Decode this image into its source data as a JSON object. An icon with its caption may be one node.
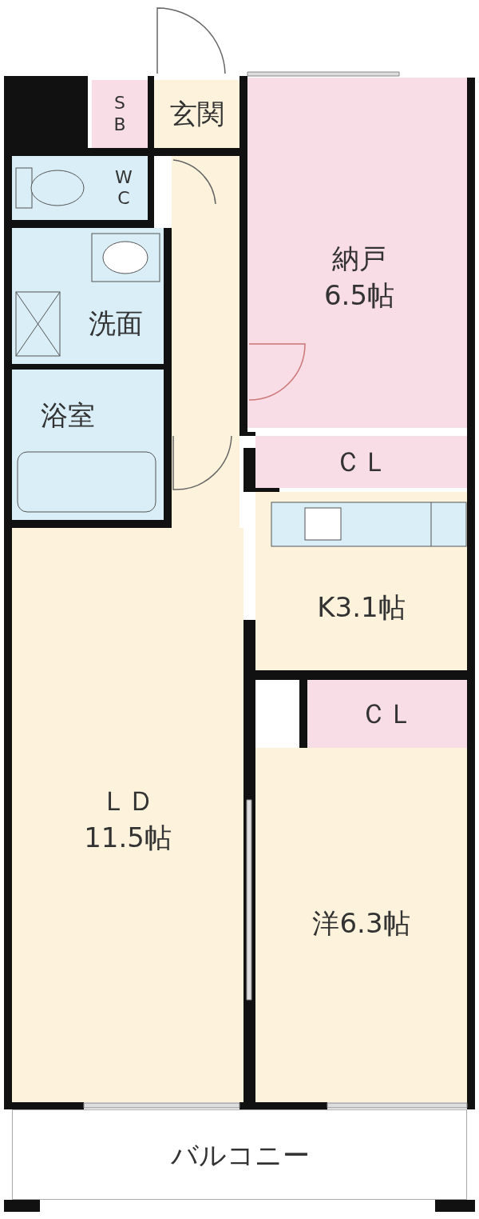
{
  "diagram": {
    "nodes": [
      {
        "text": [
          "S B"
        ]
      },
      {
        "text": [
          "玄関"
        ]
      },
      {
        "text": [
          "W C"
        ]
      },
      {
        "text": [
          "洗面"
        ]
      },
      {
        "text": [
          "浴室"
        ]
      },
      {
        "text": [
          "納戸",
          "6.5帖"
        ]
      },
      {
        "text": [
          "ＣＬ"
        ]
      },
      {
        "text": [
          "K3.1帖"
        ]
      },
      {
        "text": [
          "ＣＬ"
        ]
      },
      {
        "text": [
          "ＬＤ",
          "11.5帖"
        ]
      },
      {
        "text": [
          "洋6.3帖"
        ]
      },
      {
        "text": [
          "バルコニー"
        ]
      }
    ],
    "edges": []
  }
}
